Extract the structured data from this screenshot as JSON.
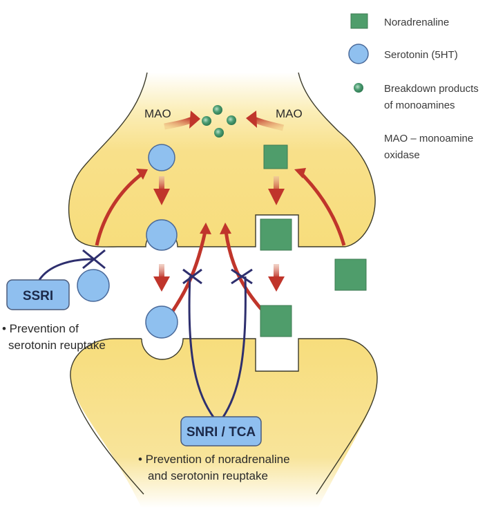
{
  "title": "Mechanism of action of SSRIs and SNRIs/TCAs at the synapse",
  "colors": {
    "neuron_fill": "#f7df7f",
    "neuron_outline": "#3b3a2a",
    "noradrenaline": "#4f9d6b",
    "serotonin": "#8fc0ef",
    "serotonin_outline": "#4a6a9a",
    "breakdown": "#4e9e74",
    "arrow": "#c0352b",
    "inhibitor": "#2e2f6e",
    "drug_box": "#8fbfef"
  },
  "legend": [
    {
      "icon": "green-square",
      "label": "Noradrenaline"
    },
    {
      "icon": "blue-circle",
      "label": "Serotonin (5HT)"
    },
    {
      "icon": "small-green-dot",
      "label_lines": [
        "Breakdown products",
        "of monoamines"
      ]
    },
    {
      "icon": "none",
      "label_lines": [
        "MAO – monoamine",
        "oxidase"
      ]
    }
  ],
  "enzyme_labels": {
    "left": "MAO",
    "right": "MAO"
  },
  "drugs": {
    "ssri": {
      "label": "SSRI",
      "note_lines": [
        "• Prevention of",
        "serotonin reuptake"
      ]
    },
    "snri": {
      "label": "SNRI / TCA",
      "note_lines": [
        "• Prevention of noradrenaline",
        "and serotonin reuptake"
      ]
    }
  }
}
